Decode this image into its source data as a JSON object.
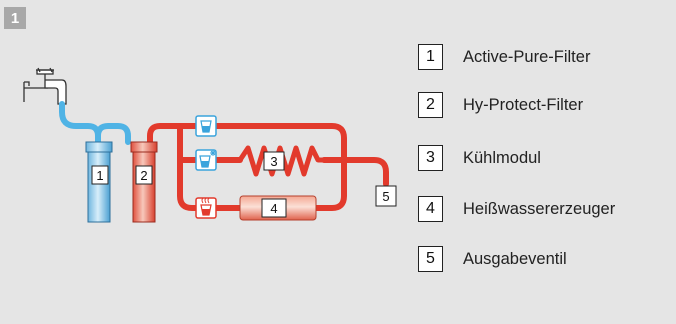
{
  "figure": {
    "number": "1"
  },
  "diagram": {
    "labels": [
      "1",
      "2",
      "3",
      "4",
      "5"
    ]
  },
  "legend": {
    "items": [
      {
        "number": "1",
        "label": "Active-Pure-Filter"
      },
      {
        "number": "2",
        "label": "Hy-Protect-Filter"
      },
      {
        "number": "3",
        "label": "Kühlmodul"
      },
      {
        "number": "4",
        "label": "Heißwassererzeuger"
      },
      {
        "number": "5",
        "label": "Ausgabeventil"
      }
    ]
  },
  "colors": {
    "background": "#e5e5e5",
    "cold_water": "#4db3e6",
    "hot_water": "#e23a2c",
    "filter_blue": "#8ec8e8",
    "filter_red": "#e8735f"
  }
}
